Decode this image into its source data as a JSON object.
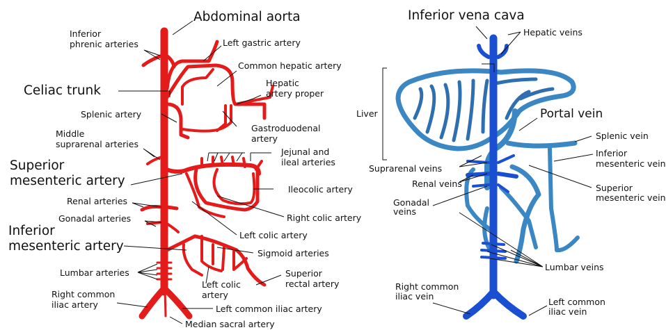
{
  "arterial": {
    "abdominal_aorta": "Abdominal aorta",
    "inferior_phrenic_1": "Inferior",
    "inferior_phrenic_2": "phrenic arteries",
    "left_gastric": "Left gastric artery",
    "common_hepatic": "Common hepatic artery",
    "celiac_trunk": "Celiac trunk",
    "hepatic_proper_1": "Hepatic",
    "hepatic_proper_2": "artery proper",
    "splenic_artery": "Splenic artery",
    "gastroduodenal_1": "Gastroduodenal",
    "gastroduodenal_2": "artery",
    "middle_suprarenal_1": "Middle",
    "middle_suprarenal_2": "suprarenal arteries",
    "jejunal_1": "Jejunal and",
    "jejunal_2": "ileal arteries",
    "superior_mesenteric_1": "Superior",
    "superior_mesenteric_2": "mesenteric artery",
    "ileocolic": "Ileocolic artery",
    "renal_arteries": "Renal arteries",
    "right_colic": "Right colic artery",
    "gonadal_arteries": "Gonadal arteries",
    "left_colic_1": "Left colic artery",
    "inferior_mesenteric_1": "Inferior",
    "inferior_mesenteric_2": "mesenteric artery",
    "sigmoid": "Sigmoid arteries",
    "lumbar_arteries": "Lumbar arteries",
    "superior_rectal_1": "Superior",
    "superior_rectal_2": "rectal artery",
    "left_colic_2a": "Left colic",
    "left_colic_2b": "artery",
    "right_common_iliac_1": "Right common",
    "right_common_iliac_2": "iliac artery",
    "left_common_iliac": "Left common iliac artery",
    "median_sacral": "Median sacral artery"
  },
  "venous": {
    "ivc": "Inferior vena cava",
    "hepatic_veins": "Hepatic veins",
    "liver": "Liver",
    "portal_vein": "Portal vein",
    "splenic_vein": "Splenic vein",
    "inferior_mesenteric_1": "Inferior",
    "inferior_mesenteric_2": "mesenteric vein",
    "suprarenal": "Suprarenal veins",
    "renal": "Renal veins",
    "superior_mesenteric_1": "Superior",
    "superior_mesenteric_2": "mesenteric vein",
    "gonadal_1": "Gonadal",
    "gonadal_2": "veins",
    "lumbar": "Lumbar veins",
    "right_common_iliac_1": "Right common",
    "right_common_iliac_2": "iliac vein",
    "left_common_iliac_1": "Left common",
    "left_common_iliac_2": "iliac vein"
  },
  "colors": {
    "artery": "#e41b1b",
    "ivc": "#1a4fd1",
    "portal_light": "#3a87c4",
    "portal_dark": "#2f6fb0",
    "text": "#111111"
  }
}
